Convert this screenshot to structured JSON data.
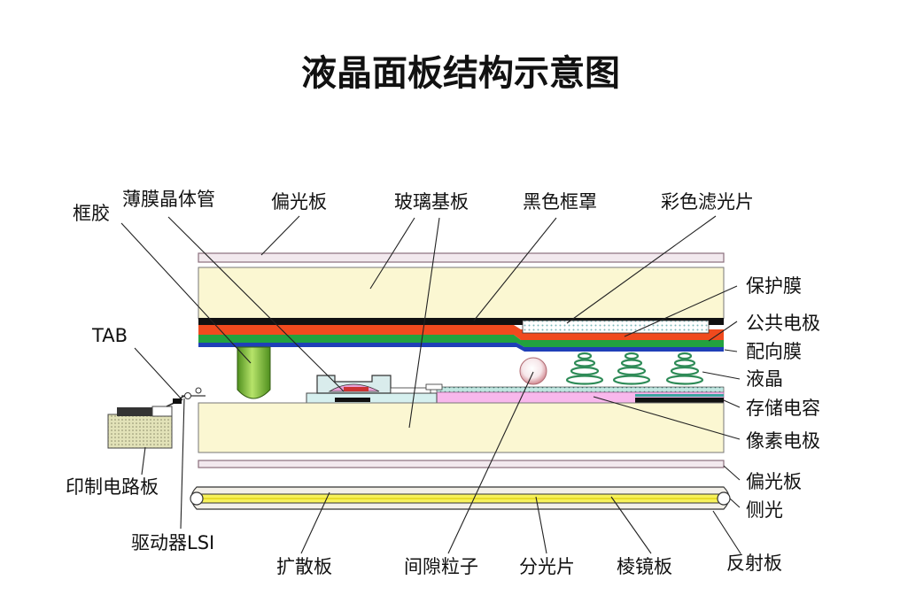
{
  "title": "液晶面板结构示意图",
  "labels": {
    "frame_glue": "框胶",
    "tft": "薄膜晶体管",
    "polarizer_top": "偏光板",
    "glass_substrate": "玻璃基板",
    "black_matrix": "黑色框罩",
    "color_filter": "彩色滤光片",
    "protective_film": "保护膜",
    "common_electrode": "公共电极",
    "alignment_film": "配向膜",
    "liquid_crystal": "液晶",
    "storage_capacitor": "存储电容",
    "pixel_electrode": "像素电极",
    "polarizer_bottom": "偏光板",
    "side_light": "侧光",
    "reflector": "反射板",
    "prism_sheet": "棱镜板",
    "light_splitter": "分光片",
    "spacer": "间隙粒子",
    "diffuser": "扩散板",
    "driver_lsi": "驱动器LSI",
    "pcb": "印制电路板",
    "tab": "TAB"
  },
  "colors": {
    "glass": "#fbf7d2",
    "black_matrix": "#111111",
    "color_filter_red": "#f04a1e",
    "protective_green": "#22a23f",
    "alignment_blue": "#1f3fb8",
    "polarizer": "#f2e9ee",
    "pixel_electrode": "#f8b8ec",
    "spacer_green": "#79c23a",
    "lightguide_yellow": "#f7f25a"
  }
}
